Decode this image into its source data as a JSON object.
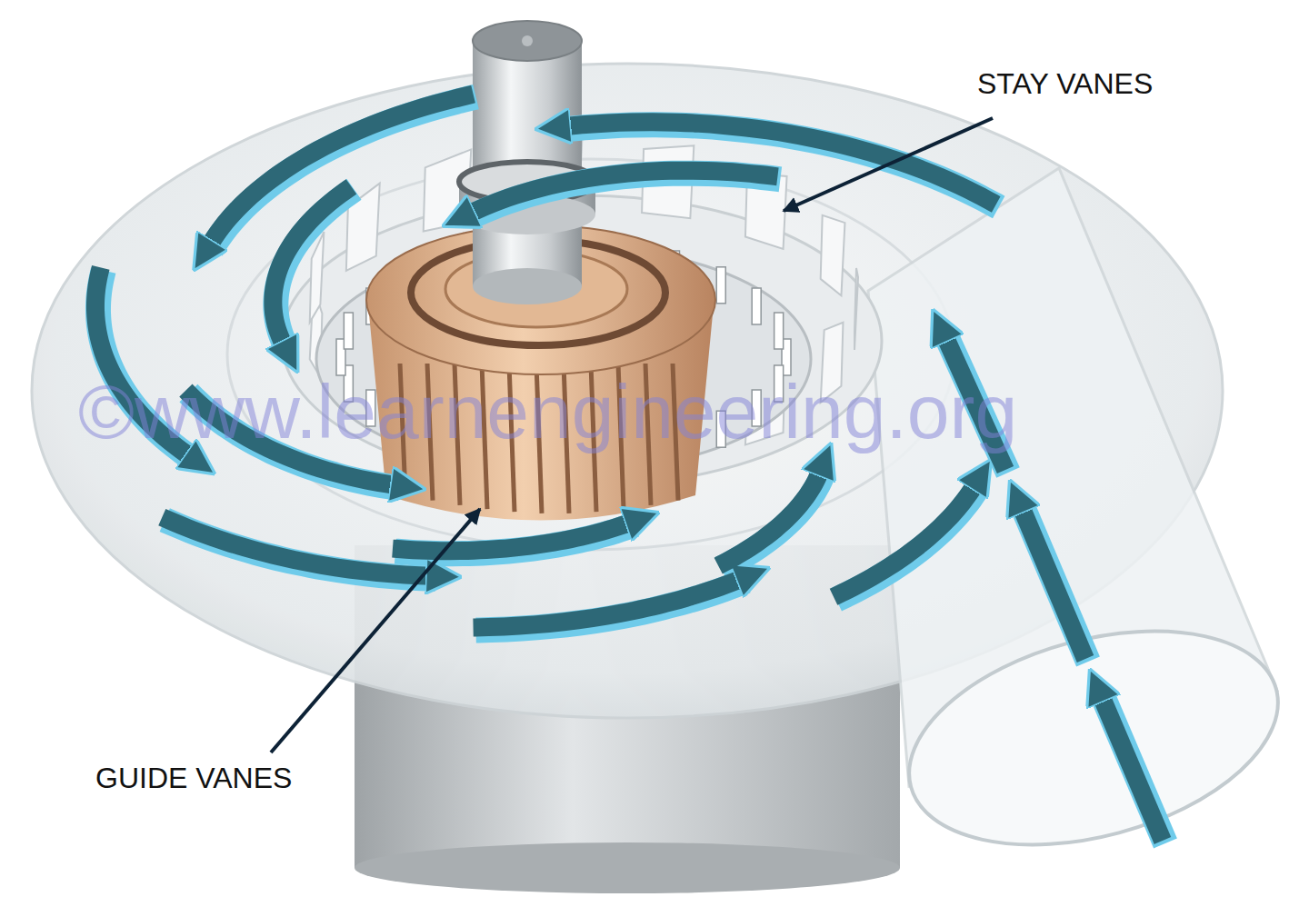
{
  "diagram": {
    "labels": [
      "STAY VANES",
      "GUIDE VANES",
      "©www.learnengineering.org"
    ]
  }
}
